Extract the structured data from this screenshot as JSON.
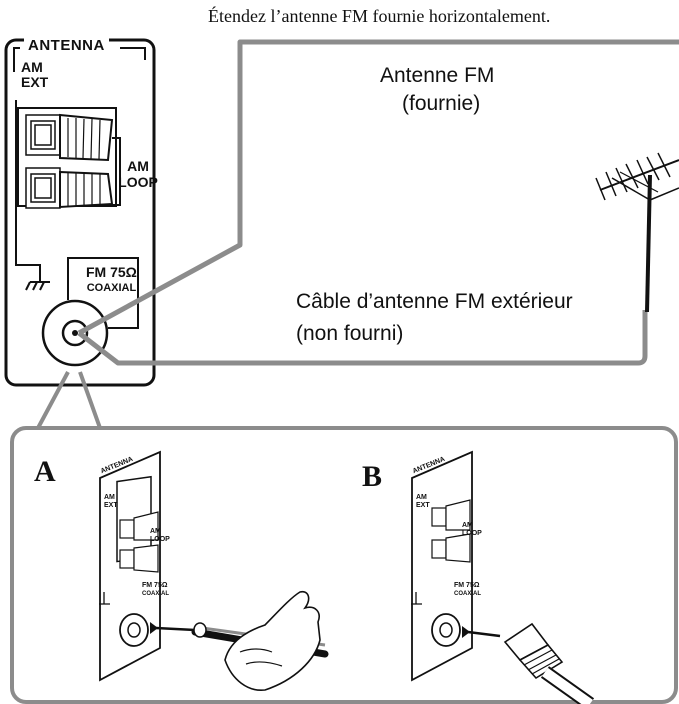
{
  "caption": "Étendez l’antenne FM fournie horizontalement.",
  "fm_antenna_label": "Antenne FM",
  "fm_antenna_note": "(fournie)",
  "outdoor_cable_label": "Câble d’antenne FM extérieur",
  "outdoor_cable_note": "(non fourni)",
  "panel": {
    "title": "ANTENNA",
    "am_ext_line1": "AM",
    "am_ext_line2": "EXT",
    "am_loop_line1": "AM",
    "am_loop_line2": "LOOP",
    "fm_line1": "FM 75Ω",
    "fm_line2": "COAXIAL"
  },
  "inset_a_label": "A",
  "inset_b_label": "B",
  "colors": {
    "line": "#111111",
    "cable": "#8c8c8c",
    "panel_fill": "#ffffff"
  }
}
